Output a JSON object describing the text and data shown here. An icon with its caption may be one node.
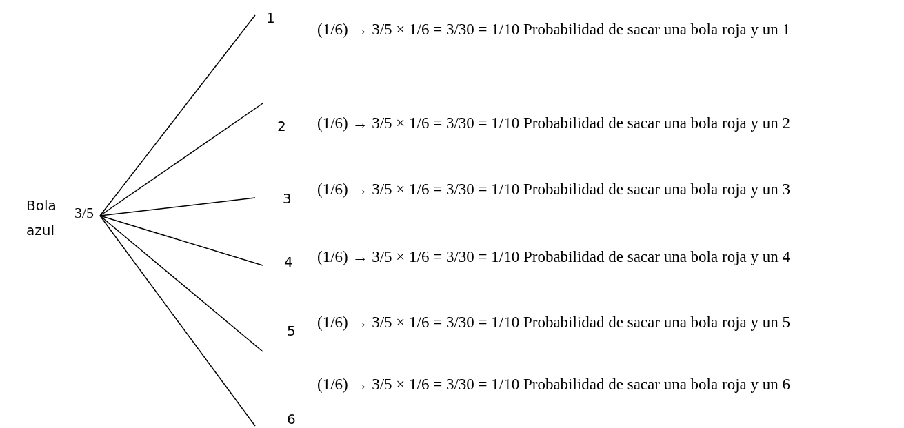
{
  "diagram": {
    "nodes": [
      {
        "text": [
          "Bola azul"
        ],
        "beside": [
          "3/5"
        ]
      },
      {
        "text": [
          "1"
        ],
        "beside": [
          "(1/6) → 3/5 × 1/6 = 3/30 = 1/10 Probabilidad de sacar una bola roja y un 1"
        ]
      },
      {
        "text": [
          "2"
        ],
        "beside": [
          "(1/6) → 3/5 × 1/6 = 3/30 = 1/10 Probabilidad de sacar una bola roja y un 2"
        ]
      },
      {
        "text": [
          "3"
        ],
        "beside": [
          "(1/6) → 3/5 × 1/6 = 3/30 = 1/10 Probabilidad de sacar una bola roja y un 3"
        ]
      },
      {
        "text": [
          "4"
        ],
        "beside": [
          "(1/6) → 3/5 × 1/6 = 3/30 = 1/10 Probabilidad de sacar una bola roja y un 4"
        ]
      },
      {
        "text": [
          "5"
        ],
        "beside": [
          "(1/6) → 3/5 × 1/6 = 3/30 = 1/10 Probabilidad de sacar una bola roja y un 5"
        ]
      },
      {
        "text": [
          "6"
        ],
        "beside": [
          "(1/6) → 3/5 × 1/6 = 3/30 = 1/10 Probabilidad de sacar una bola roja y un 6"
        ]
      }
    ],
    "edges": [
      {
        "from": 0,
        "to": 1,
        "arrow": "none"
      },
      {
        "from": 0,
        "to": 2,
        "arrow": "none"
      },
      {
        "from": 0,
        "to": 3,
        "arrow": "none"
      },
      {
        "from": 0,
        "to": 4,
        "arrow": "none"
      },
      {
        "from": 0,
        "to": 5,
        "arrow": "none"
      },
      {
        "from": 0,
        "to": 6,
        "arrow": "none"
      }
    ]
  }
}
